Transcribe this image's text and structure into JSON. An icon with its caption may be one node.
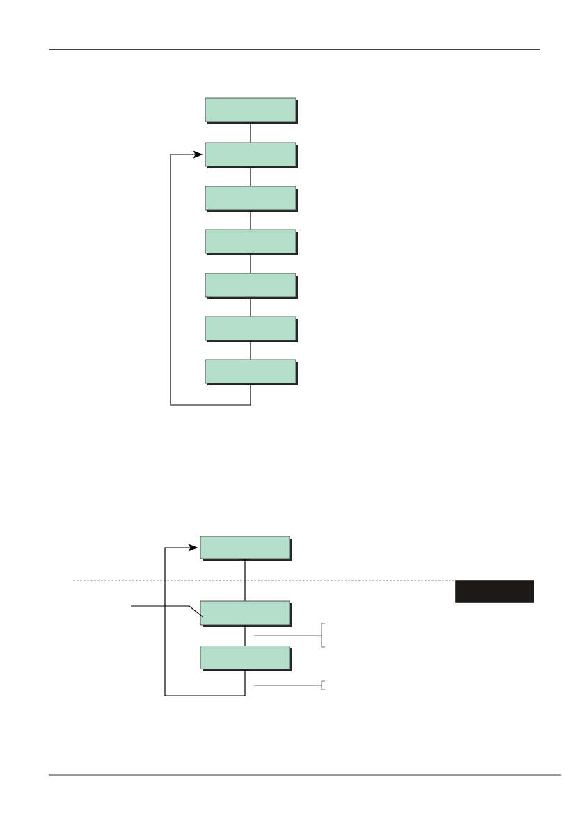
{
  "diagram": {
    "nodes": [
      {
        "text": [],
        "shape": "box"
      },
      {
        "text": [],
        "shape": "box"
      },
      {
        "text": [],
        "shape": "box"
      },
      {
        "text": [],
        "shape": "box"
      },
      {
        "text": [],
        "shape": "box"
      },
      {
        "text": [],
        "shape": "box"
      },
      {
        "text": [],
        "shape": "box"
      },
      {
        "text": [],
        "shape": "box"
      },
      {
        "text": [],
        "shape": "box"
      },
      {
        "text": [],
        "shape": "box"
      },
      {
        "text": [],
        "shape": "bar"
      }
    ],
    "edges": [
      {
        "from": 0,
        "to": 1,
        "arrow": "none"
      },
      {
        "from": 1,
        "to": 2,
        "arrow": "none"
      },
      {
        "from": 2,
        "to": 3,
        "arrow": "none"
      },
      {
        "from": 3,
        "to": 4,
        "arrow": "none"
      },
      {
        "from": 4,
        "to": 5,
        "arrow": "none"
      },
      {
        "from": 5,
        "to": 6,
        "arrow": "none"
      },
      {
        "from": 6,
        "to": 1,
        "arrow": "to"
      },
      {
        "from": 7,
        "to": 8,
        "arrow": "none"
      },
      {
        "from": 8,
        "to": 9,
        "arrow": "none"
      },
      {
        "from": 9,
        "to": 7,
        "arrow": "to"
      },
      {
        "from": null,
        "to": 8,
        "arrow": "none"
      }
    ]
  }
}
